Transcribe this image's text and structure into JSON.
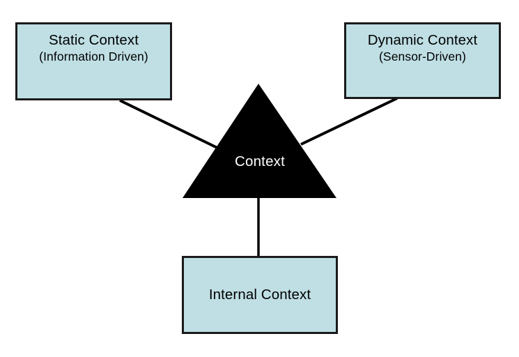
{
  "diagram": {
    "background_color": "#ffffff",
    "box_fill_color": "#bfdfe4",
    "box_border_color": "#1a1a1a",
    "triangle_fill_color": "#000000",
    "triangle_label_color": "#ffffff",
    "connector_color": "#000000",
    "center": {
      "shape": "triangle",
      "label": "Context"
    },
    "nodes": [
      {
        "id": "static-context",
        "title": "Static Context",
        "subtitle": "(Information Driven)"
      },
      {
        "id": "dynamic-context",
        "title": "Dynamic Context",
        "subtitle": "(Sensor-Driven)"
      },
      {
        "id": "internal-context",
        "title": "Internal Context",
        "subtitle": ""
      }
    ],
    "connectors": [
      {
        "id": "static-to-context",
        "from": "static-context",
        "to": "center",
        "style": "solid-line"
      },
      {
        "id": "dynamic-to-context",
        "from": "dynamic-context",
        "to": "center",
        "style": "solid-line"
      },
      {
        "id": "internal-to-context",
        "from": "center",
        "to": "internal-context",
        "style": "solid-line"
      }
    ]
  }
}
